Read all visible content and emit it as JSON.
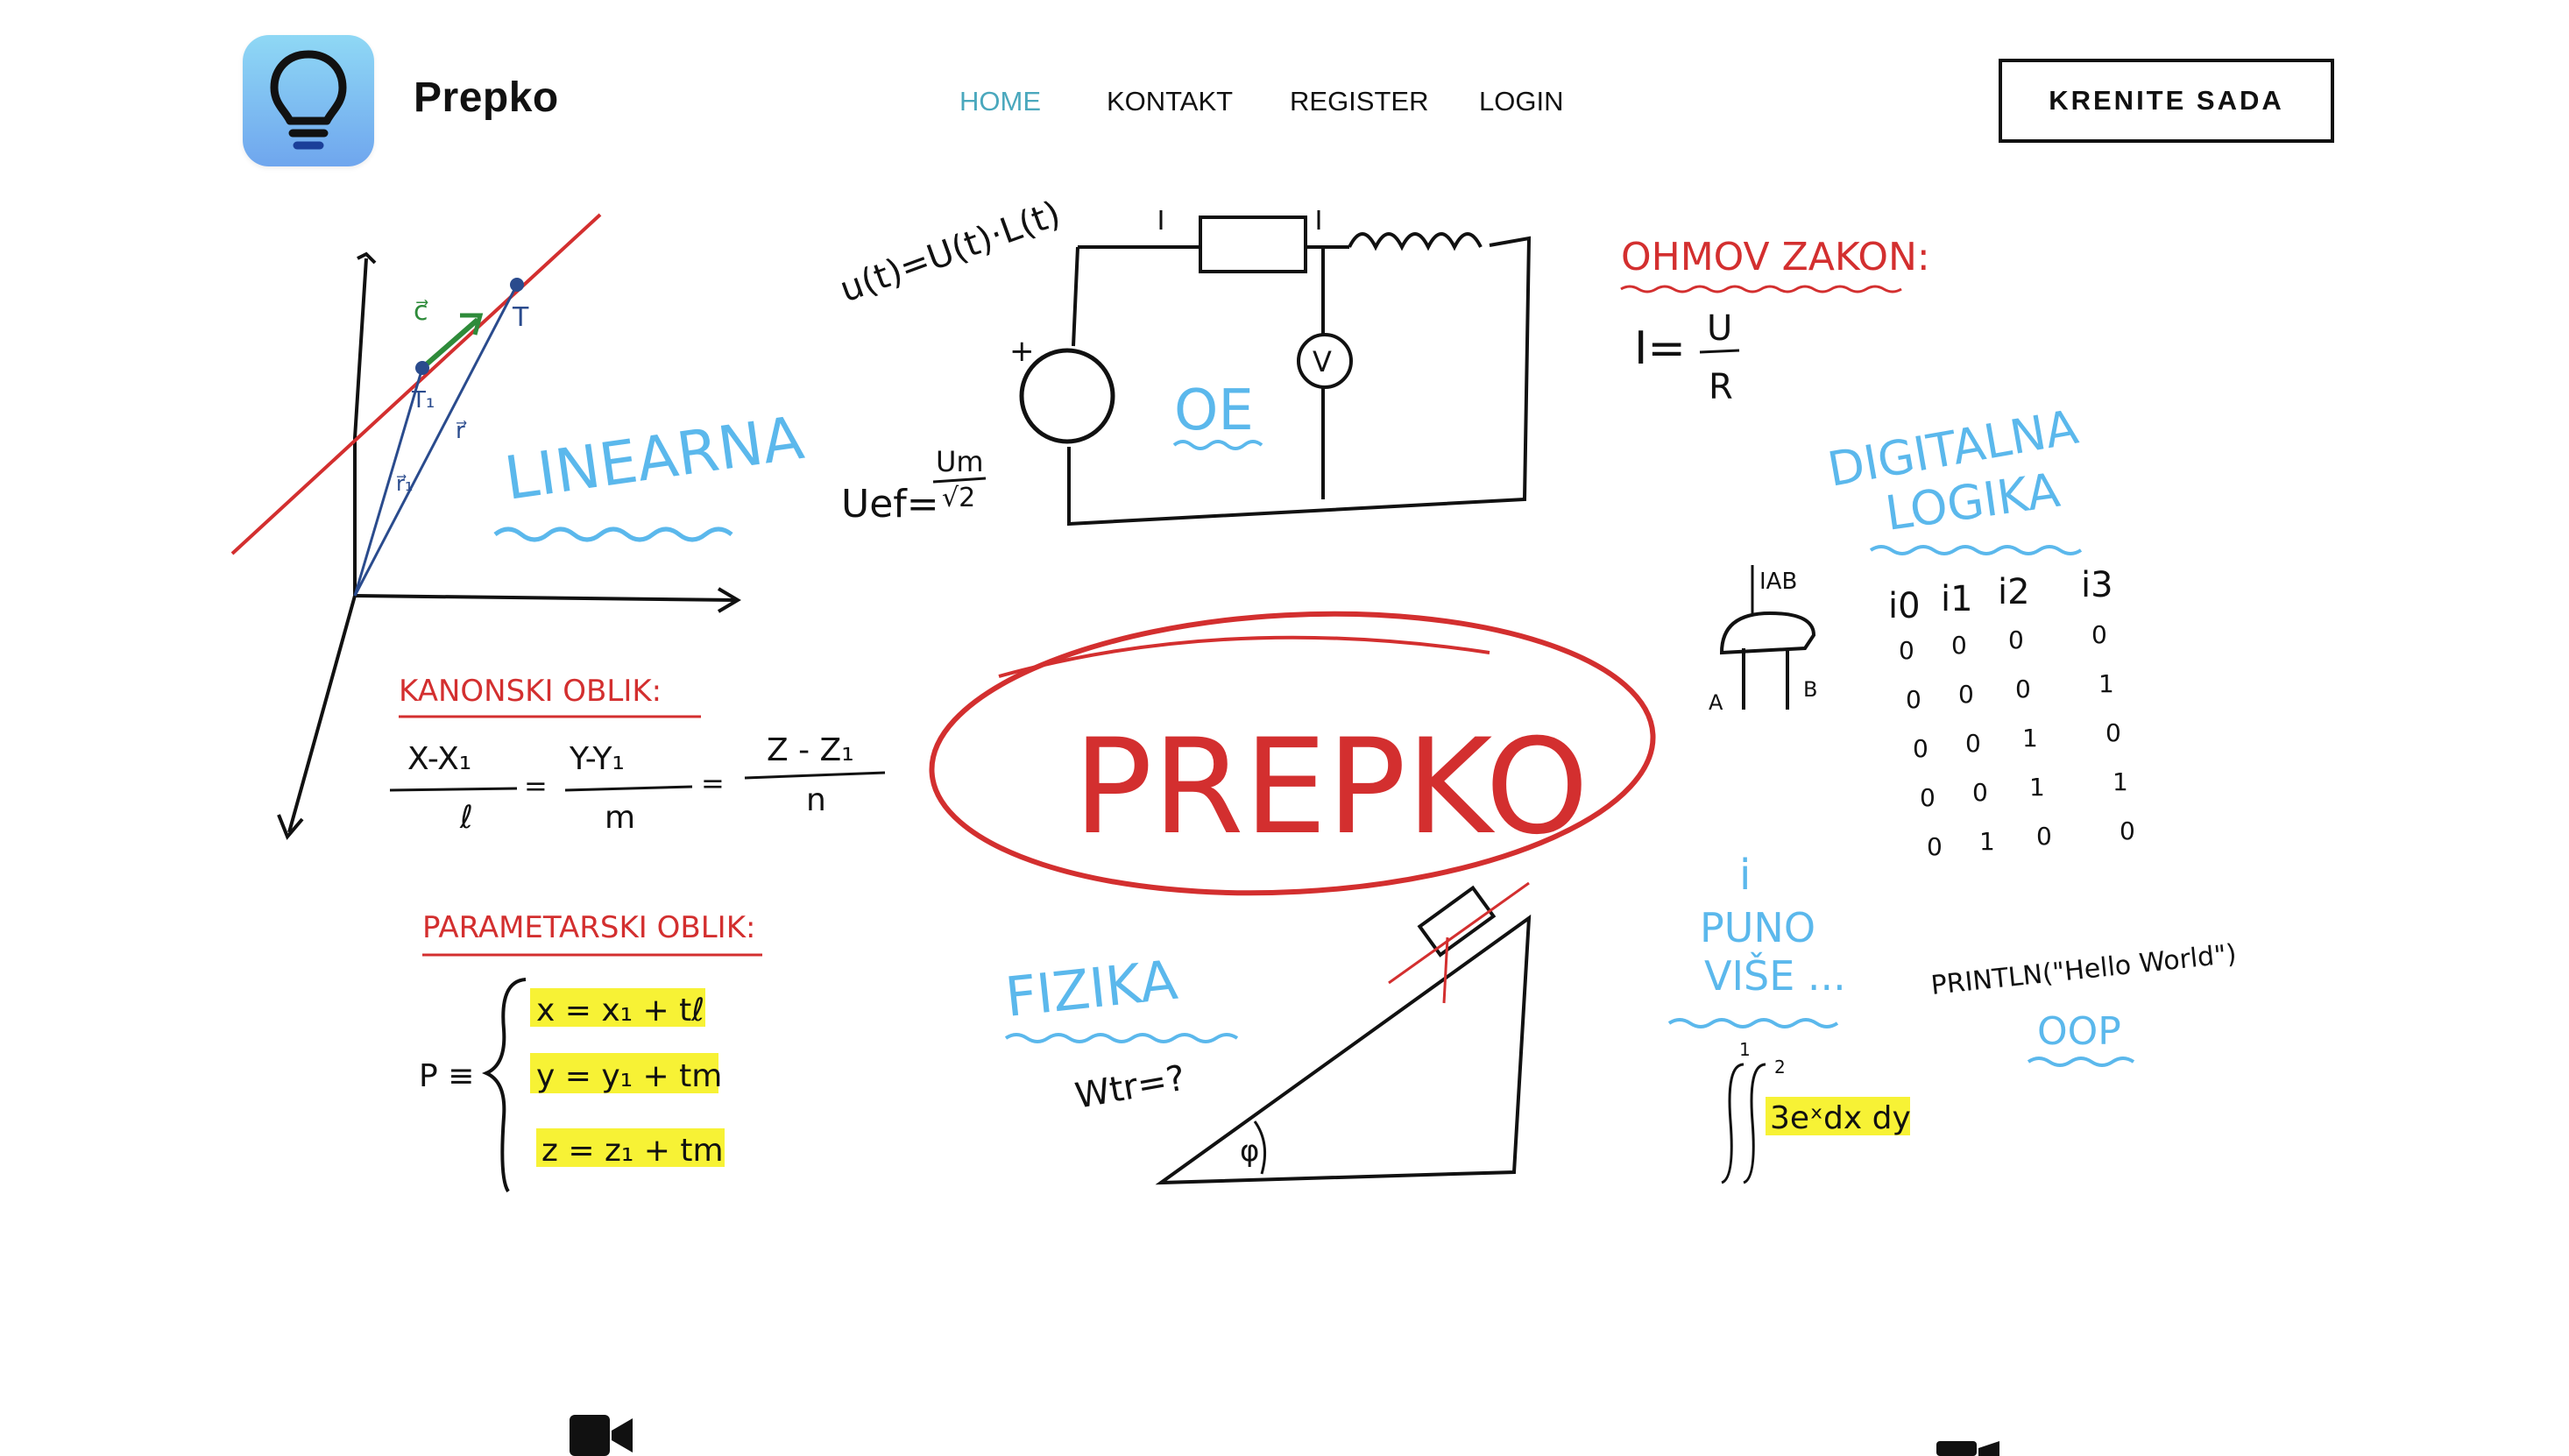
{
  "brand": {
    "name": "Prepko"
  },
  "nav": {
    "items": [
      "HOME",
      "KONTAKT",
      "REGISTER",
      "LOGIN"
    ],
    "active": "HOME"
  },
  "cta": {
    "label": "KRENITE SADA"
  },
  "colors": {
    "accent": "#4aa8bd",
    "red": "#d32f2f",
    "blue": "#5bb8ec",
    "green": "#2e8b3a",
    "highlight": "#f7f235"
  },
  "hero": {
    "center": "PREPKO",
    "linearna": "LINEARNA",
    "kanonski": "KANONSKI OBLIK:",
    "kanonski_eq": {
      "a_num": "X-X₁",
      "a_den": "ℓ",
      "b_num": "Y-Y₁",
      "b_den": "m",
      "c_num": "Z - Z₁",
      "c_den": "n"
    },
    "parametarski": "PARAMETARSKI OBLIK:",
    "param_p": "P ≡",
    "param_x": "x = x₁ + tℓ",
    "param_y": "y = y₁ + tm",
    "param_z": "z = z₁ + tm",
    "circuit_eq": "u(t)=U(t)·L(t)",
    "oe": "OE",
    "uef": "Uef=",
    "uef_num": "Um",
    "uef_den": "√2",
    "ohm_title": "OHMOV ZAKON:",
    "ohm_i": "I=",
    "ohm_u": "U",
    "ohm_r": "R",
    "digitalna": "DIGITALNA",
    "logika": "LOGIKA",
    "gate_label": "IAB",
    "gate_a": "A",
    "gate_b": "B",
    "truth_header": [
      "i0",
      "i1",
      "i2",
      "i3"
    ],
    "truth_rows": [
      [
        "0",
        "0",
        "0",
        "0"
      ],
      [
        "0",
        "0",
        "0",
        "1"
      ],
      [
        "0",
        "0",
        "1",
        "0"
      ],
      [
        "0",
        "0",
        "1",
        "1"
      ],
      [
        "0",
        "1",
        "0",
        "0"
      ]
    ],
    "fizika": "FIZIKA",
    "wtr": "Wtr=?",
    "phi": "φ",
    "puno": "i",
    "puno2": "PUNO",
    "puno3": "VIŠE ...",
    "integral": "3eˣdx dy",
    "int_lo": "1",
    "int_hi": "2",
    "println": "PRINTLN(\"Hello World\")",
    "oop": "OOP",
    "labels_T": "T",
    "labels_T1": "T₁",
    "labels_c": "c⃗",
    "labels_r": "r⃗",
    "labels_r1": "r⃗₁"
  },
  "icons": [
    "lightbulb-icon",
    "video-camera-icon"
  ]
}
